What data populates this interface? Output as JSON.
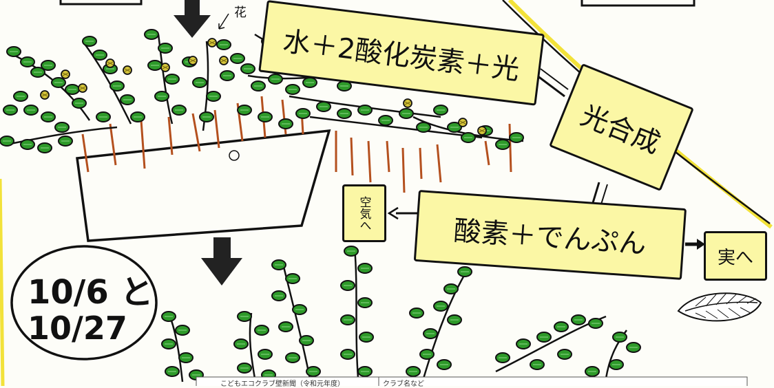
{
  "labels": {
    "flower": "花",
    "input_box": "水＋2酸化炭素＋光",
    "photosynthesis_box": "光合成",
    "output_box": "酸素＋でんぷん",
    "air_box": "空気へ",
    "fruit_box": "実へ",
    "date_line1": "10/6 と",
    "date_line2": "10/27",
    "newspaper_title": "こどもエコクラブ壁新聞（令和元年度）",
    "newspaper_club": "クラブ名など"
  },
  "colors": {
    "leaf": "#2e9a2a",
    "leaf_outline": "#111111",
    "stem": "#b4501e",
    "highlight": "#fbf7a5",
    "yellow_line": "#f2e23a",
    "ink": "#111111"
  }
}
